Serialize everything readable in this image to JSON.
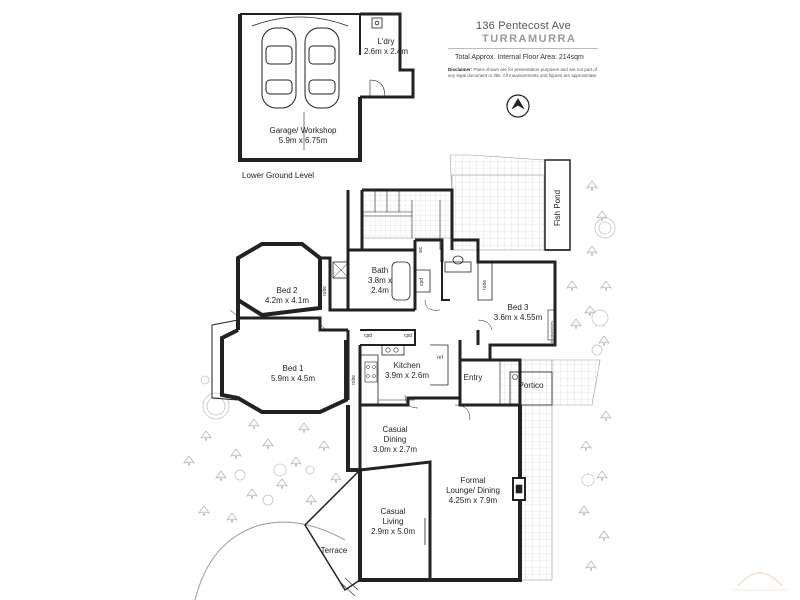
{
  "header": {
    "address": "136 Pentecost Ave",
    "suburb": "TURRAMURRA",
    "area_label": "Total Approx. Internal Floor Area: 214sqm",
    "disclaimer_title": "Disclaimer:",
    "disclaimer_text": "Plans shown are for presentation purposes and are not part of any legal document or title. All measurements and figures are approximate."
  },
  "compass": {
    "label": "N"
  },
  "lower_level": {
    "label": "Lower Ground Level",
    "garage": {
      "name": "Garage/ Workshop",
      "size": "5.9m x 6.75m"
    },
    "laundry": {
      "name": "L'dry",
      "size": "2.6m x 2.4m"
    }
  },
  "rooms": {
    "bed2": {
      "name": "Bed 2",
      "size": "4.2m x 4.1m"
    },
    "bath": {
      "name": "Bath",
      "size": "3.8m x",
      "size2": "2.4m"
    },
    "bed3": {
      "name": "Bed 3",
      "size": "3.6m x 4.55m"
    },
    "bed1": {
      "name": "Bed 1",
      "size": "5.9m x 4.5m"
    },
    "kitchen": {
      "name": "Kitchen",
      "size": "3.9m x 2.6m"
    },
    "casual_dining": {
      "name": "Casual",
      "name2": "Dining",
      "size": "3.0m x 2.7m"
    },
    "formal": {
      "name": "Formal",
      "name2": "Lounge/ Dining",
      "size": "4.25m x 7.9m"
    },
    "casual_living": {
      "name": "Casual",
      "name2": "Living",
      "size": "2.9m x 5.0m"
    }
  },
  "labels": {
    "entry": "Entry",
    "portico": "Portico",
    "terrace": "Terrace",
    "fish_pond": "Fish Pond",
    "robe": "robe",
    "cpd": "cpd",
    "ref": "ref",
    "wc": "wc",
    "bookshelves": "bookshelves"
  },
  "colors": {
    "walls": "#222222",
    "landscape": "#bbbbbb",
    "text": "#222222",
    "subtitle": "#999999"
  }
}
